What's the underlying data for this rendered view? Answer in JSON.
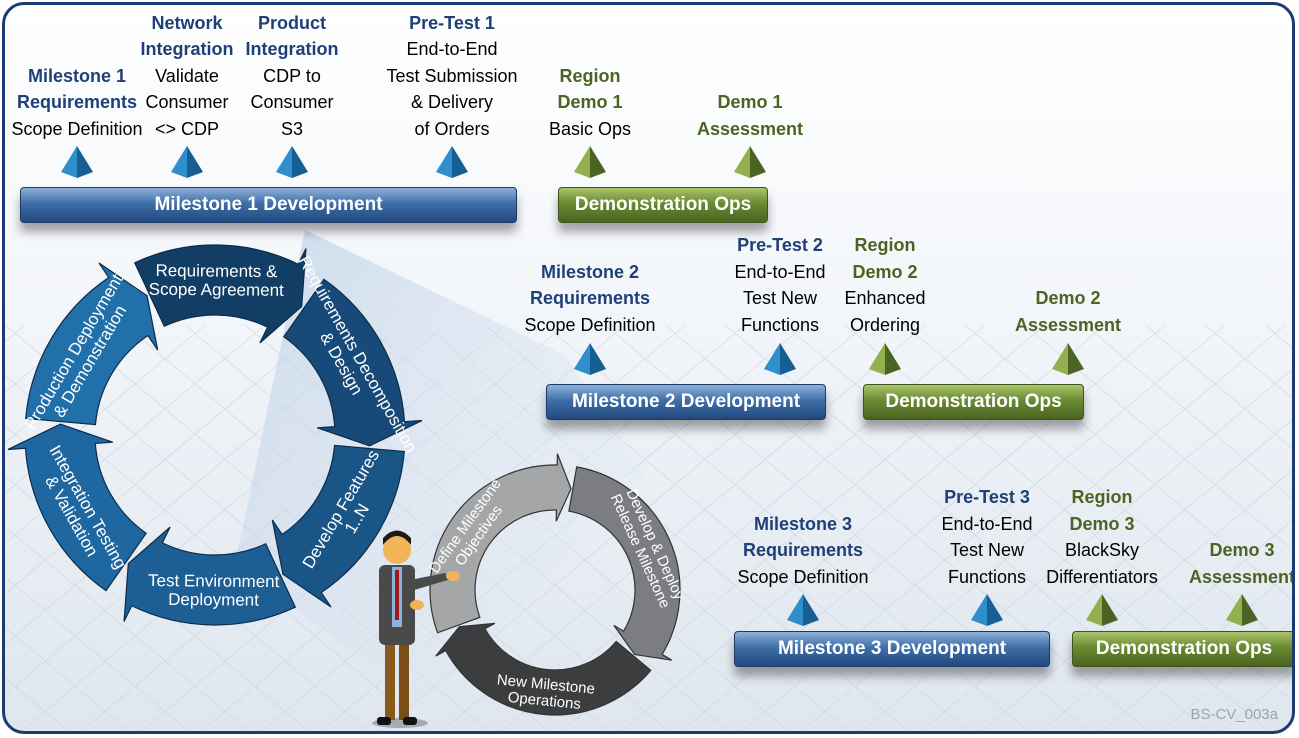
{
  "diagram": {
    "watermark": "BS-CV_003a",
    "colors": {
      "milestone_blue": "#1f3f78",
      "demo_green": "#4b6424",
      "frame": "#1d3a73"
    },
    "rows": [
      {
        "id": "m1",
        "events": [
          {
            "title": [
              "Milestone 1",
              "Requirements"
            ],
            "title_color": "blue",
            "desc": [
              "Scope Definition"
            ],
            "marker": "blue"
          },
          {
            "title": [
              "Network",
              "Integration"
            ],
            "title_color": "blue",
            "desc": [
              "Validate",
              "Consumer",
              "<> CDP"
            ],
            "marker": "blue"
          },
          {
            "title": [
              "Product",
              "Integration"
            ],
            "title_color": "blue",
            "desc": [
              "CDP to",
              "Consumer",
              "S3"
            ],
            "marker": "blue"
          },
          {
            "title": [
              "Pre-Test 1"
            ],
            "title_color": "blue",
            "desc": [
              "End-to-End",
              "Test Submission",
              "& Delivery",
              "of Orders"
            ],
            "marker": "blue"
          },
          {
            "title": [
              "Region",
              "Demo 1"
            ],
            "title_color": "green",
            "desc": [
              "Basic Ops"
            ],
            "marker": "green"
          },
          {
            "title": [
              "Demo 1",
              "Assessment"
            ],
            "title_color": "green",
            "desc": [],
            "marker": "green"
          }
        ],
        "bars": [
          {
            "label": "Milestone 1 Development",
            "type": "blue"
          },
          {
            "label": "Demonstration Ops",
            "type": "green"
          }
        ]
      },
      {
        "id": "m2",
        "events": [
          {
            "title": [
              "Milestone 2",
              "Requirements"
            ],
            "title_color": "blue",
            "desc": [
              "Scope Definition"
            ],
            "marker": "blue"
          },
          {
            "title": [
              "Pre-Test 2"
            ],
            "title_color": "blue",
            "desc": [
              "End-to-End",
              "Test New",
              "Functions"
            ],
            "marker": "blue"
          },
          {
            "title": [
              "Region",
              "Demo 2"
            ],
            "title_color": "green",
            "desc": [
              "Enhanced",
              "Ordering"
            ],
            "marker": "green"
          },
          {
            "title": [
              "Demo 2",
              "Assessment"
            ],
            "title_color": "green",
            "desc": [],
            "marker": "green"
          }
        ],
        "bars": [
          {
            "label": "Milestone 2 Development",
            "type": "blue"
          },
          {
            "label": "Demonstration Ops",
            "type": "green"
          }
        ]
      },
      {
        "id": "m3",
        "events": [
          {
            "title": [
              "Milestone 3",
              "Requirements"
            ],
            "title_color": "blue",
            "desc": [
              "Scope Definition"
            ],
            "marker": "blue"
          },
          {
            "title": [
              "Pre-Test 3"
            ],
            "title_color": "blue",
            "desc": [
              "End-to-End",
              "Test New",
              "Functions"
            ],
            "marker": "blue"
          },
          {
            "title": [
              "Region",
              "Demo 3"
            ],
            "title_color": "green",
            "desc": [
              "BlackSky",
              "Differentiators"
            ],
            "marker": "green"
          },
          {
            "title": [
              "Demo 3",
              "Assessment"
            ],
            "title_color": "green",
            "desc": [],
            "marker": "green"
          }
        ],
        "bars": [
          {
            "label": "Milestone 3 Development",
            "type": "blue"
          },
          {
            "label": "Demonstration Ops",
            "type": "green"
          }
        ]
      }
    ],
    "big_cycle": {
      "steps": [
        "Requirements & Scope Agreement",
        "Requirements Decomposition & Design",
        "Develop Features 1..N",
        "Test Environment Deployment",
        "Integration Testing & Validation",
        "Production Deployment & Demonstration"
      ]
    },
    "small_cycle": {
      "steps": [
        "Define Milestone Objectives",
        "Develop & Deploy Release Milestone",
        "New Milestone Operations"
      ]
    }
  }
}
